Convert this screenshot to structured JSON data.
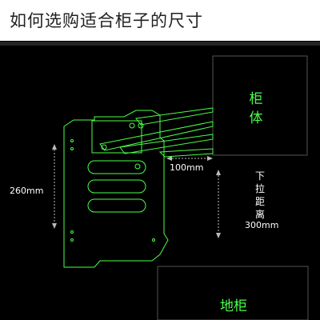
{
  "header": {
    "title": "如何选购适合柜子的尺寸"
  },
  "diagram": {
    "cabinet_body_label_line1": "柜",
    "cabinet_body_label_line2": "体",
    "floor_cabinet_label": "地柜",
    "dim_height": "260mm",
    "dim_width": "100mm",
    "dim_pulldown_vertical": [
      "下",
      "拉",
      "距",
      "离"
    ],
    "dim_pulldown_value": "300mm",
    "colors": {
      "background": "#000000",
      "outline_green": "#4aff4a",
      "box_outline": "#555555",
      "dimension_line": "#bbbbbb",
      "text": "#ffffff"
    }
  }
}
